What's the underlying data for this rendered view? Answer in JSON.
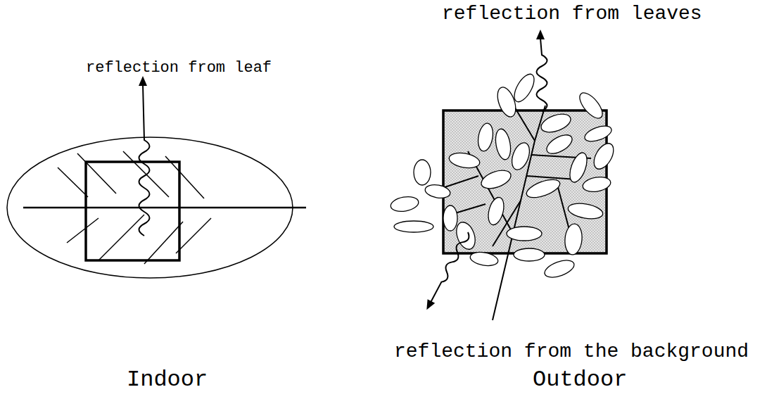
{
  "diagram": {
    "labels": [
      "reflection from leaf",
      "reflection from leaves",
      "reflection from the background",
      "Indoor",
      "Outdoor"
    ]
  }
}
